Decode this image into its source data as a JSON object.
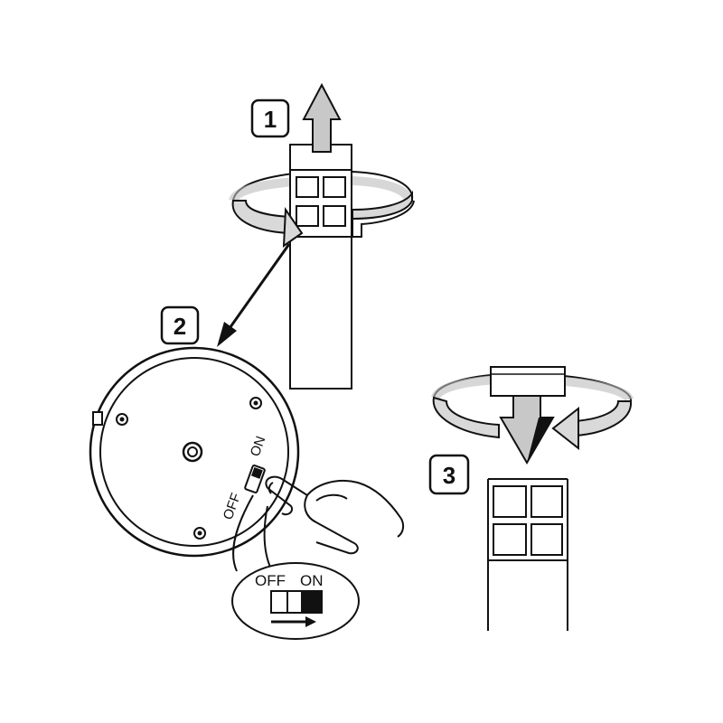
{
  "steps": {
    "step1": {
      "number": "1"
    },
    "step2": {
      "number": "2"
    },
    "step3": {
      "number": "3"
    }
  },
  "switch": {
    "on_label": "ON",
    "off_label": "OFF"
  },
  "inset": {
    "off_label": "OFF",
    "on_label": "ON"
  },
  "colors": {
    "line": "#111111",
    "fill_gray": "#d9d9d9",
    "arrow_gray": "#c8c8c8",
    "background": "#ffffff"
  }
}
